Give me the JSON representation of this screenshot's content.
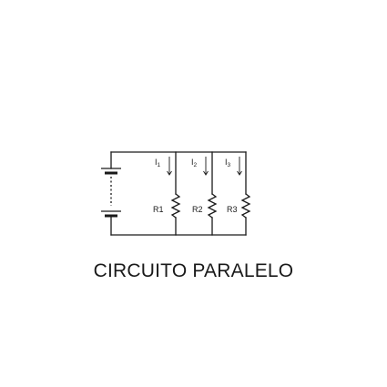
{
  "diagram": {
    "currents": [
      {
        "letter": "I",
        "index": "1"
      },
      {
        "letter": "I",
        "index": "2"
      },
      {
        "letter": "I",
        "index": "3"
      }
    ],
    "resistors": [
      "R1",
      "R2",
      "R3"
    ]
  },
  "caption": "CIRCUITO PARALELO",
  "colors": {
    "ink": "#1a1a1a",
    "background": "#ffffff"
  }
}
